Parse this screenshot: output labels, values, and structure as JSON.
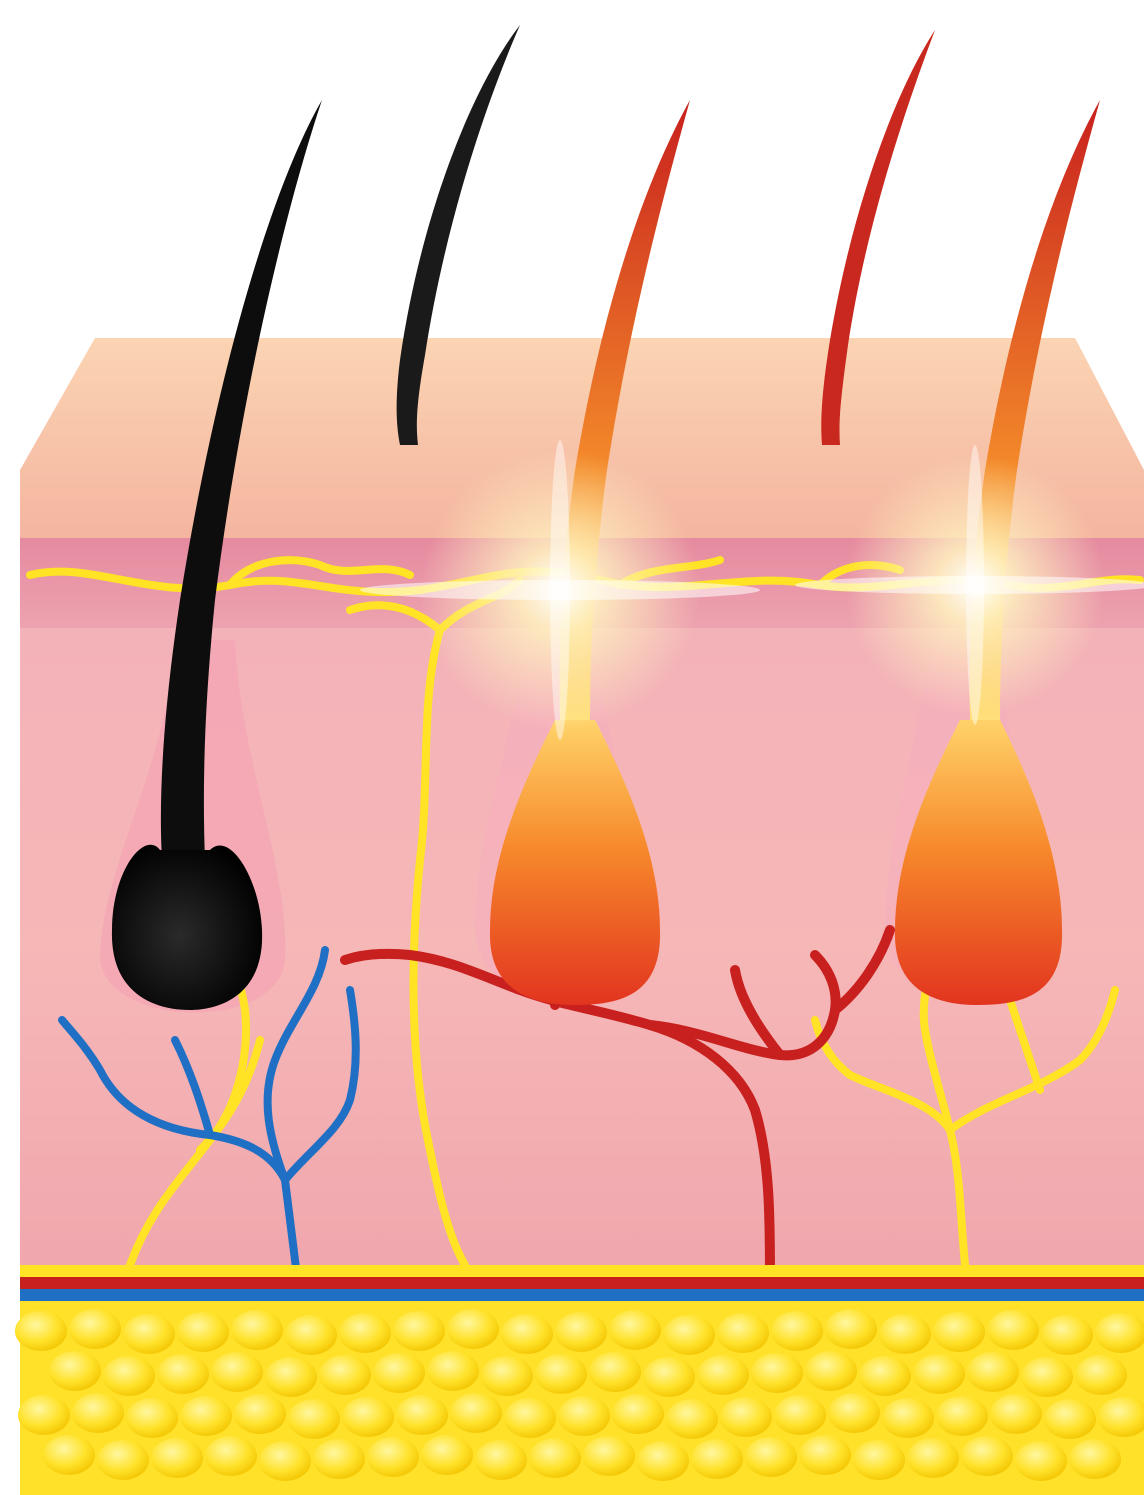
{
  "diagram": {
    "hairs": [
      {
        "id": "hair-1",
        "color": "#0d0d0d",
        "state": "untreated"
      },
      {
        "id": "hair-2",
        "color": "#1a1a1a",
        "state": "untreated"
      },
      {
        "id": "hair-3",
        "color": "#d43b1c",
        "state": "heated"
      },
      {
        "id": "hair-4",
        "color": "#c8281d",
        "state": "heated"
      },
      {
        "id": "hair-5",
        "color": "#d43b1c",
        "state": "heated"
      }
    ],
    "colors": {
      "skin_top": "#f8c4a4",
      "epidermis": "#e9a6b2",
      "dermis": "#f0adb2",
      "nerve": "#ffe324",
      "artery": "#c8201e",
      "vein": "#1f6fc4",
      "fat": "#ffe12a",
      "glow": "#fff6d0"
    }
  }
}
